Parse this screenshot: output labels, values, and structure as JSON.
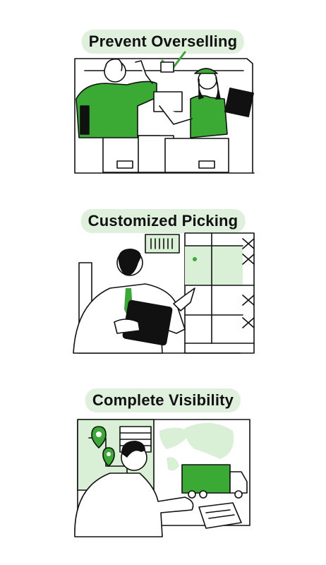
{
  "sections": [
    {
      "title": "Prevent Overselling",
      "illustration": "warehouse-workers-checking-inventory"
    },
    {
      "title": "Customized Picking",
      "illustration": "worker-with-tablet-pointing-at-shelf"
    },
    {
      "title": "Complete Visibility",
      "illustration": "person-viewing-map-and-truck"
    }
  ],
  "colors": {
    "accent": "#3aaa35",
    "pill": "#dff0dc",
    "light_green": "#d9efd6",
    "ink": "#111111"
  }
}
